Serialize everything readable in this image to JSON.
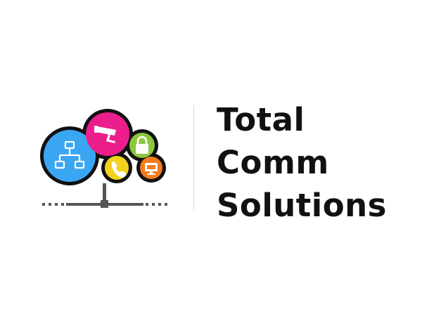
{
  "brand": {
    "name_lines": [
      "Total",
      "Comm",
      "Solutions"
    ]
  },
  "colors": {
    "network_bubble": "#3aa6f2",
    "camera_bubble": "#ec1e8c",
    "lock_bubble": "#8dc63f",
    "phone_bubble": "#f2d21e",
    "monitor_bubble": "#f47b20",
    "outline": "#111111",
    "trunk": "#555555",
    "text": "#111111",
    "divider": "#d9d9d9"
  },
  "icons": [
    "network-icon",
    "security-camera-icon",
    "lock-icon",
    "phone-icon",
    "monitor-icon"
  ]
}
